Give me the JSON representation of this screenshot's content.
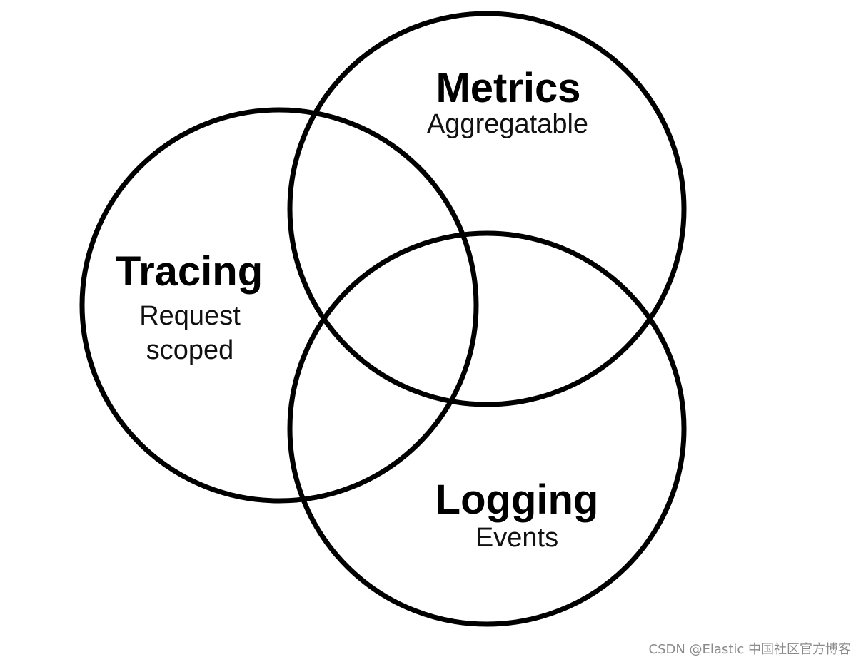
{
  "sets": {
    "metrics": {
      "title": "Metrics",
      "subtitle": "Aggregatable"
    },
    "tracing": {
      "title": "Tracing",
      "subtitle_line1": "Request",
      "subtitle_line2": "scoped"
    },
    "logging": {
      "title": "Logging",
      "subtitle": "Events"
    }
  },
  "watermark": "CSDN @Elastic 中国社区官方博客",
  "colors": {
    "stroke": "#000000",
    "background": "#ffffff",
    "watermark": "#8a8a8a"
  }
}
